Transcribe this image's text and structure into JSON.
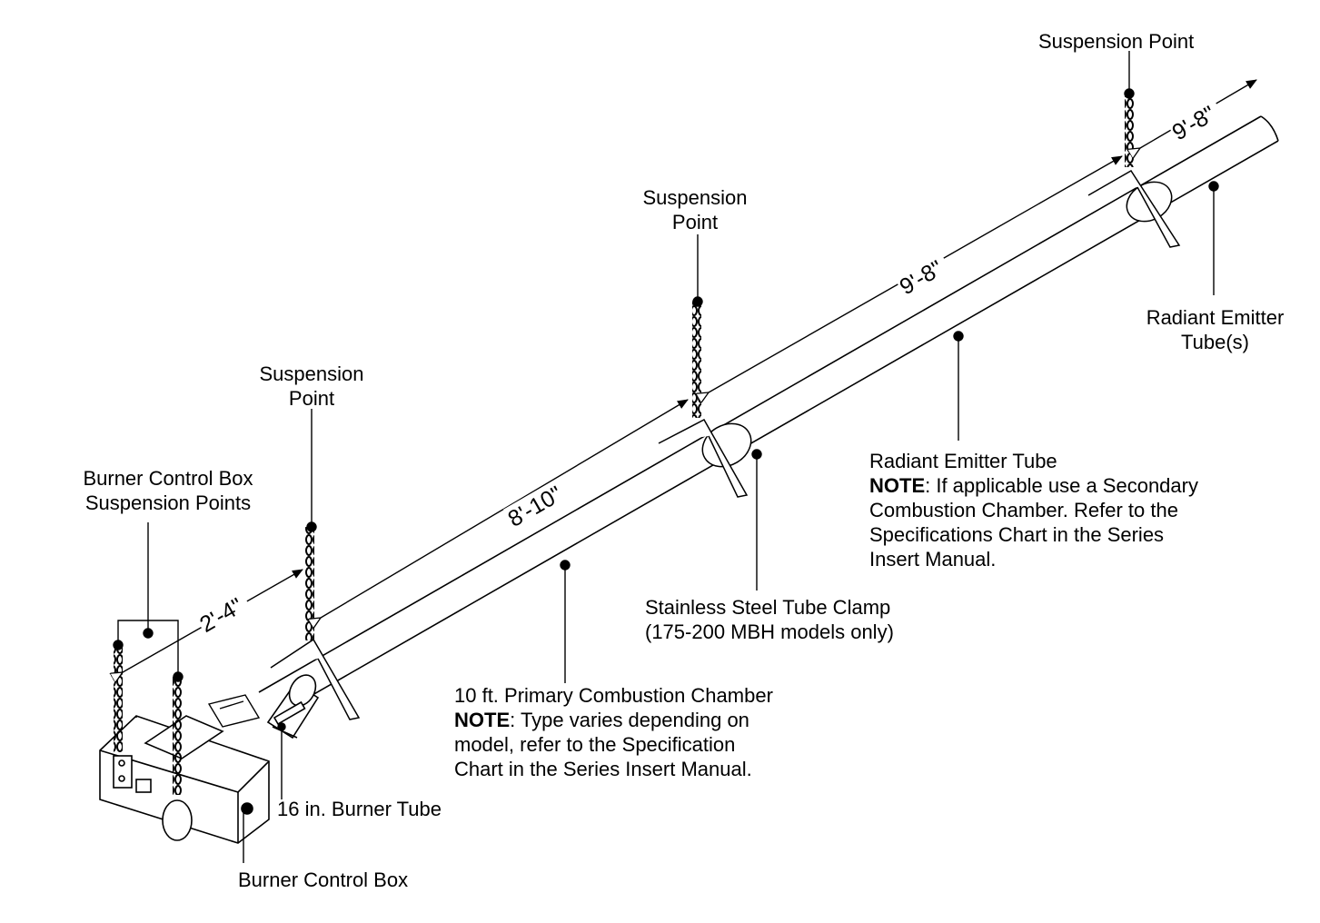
{
  "labels": {
    "suspension_point_top": "Suspension Point",
    "suspension_point_mid": [
      "Suspension",
      "Point"
    ],
    "suspension_point_low": [
      "Suspension",
      "Point"
    ],
    "burner_box_suspension": [
      "Burner Control Box",
      "Suspension Points"
    ],
    "radiant_emitter_tubes": [
      "Radiant Emitter",
      "Tube(s)"
    ],
    "radiant_emitter_tube": {
      "title": "Radiant Emitter Tube",
      "note_label": "NOTE",
      "note_text": ": If applicable use a Secondary",
      "lines": [
        "Combustion Chamber. Refer to the",
        "Specifications Chart in the Series",
        "Insert Manual."
      ]
    },
    "tube_clamp": [
      "Stainless Steel Tube Clamp",
      "(175-200 MBH models only)"
    ],
    "primary_chamber": {
      "title": "10 ft. Primary Combustion Chamber",
      "note_label": "NOTE",
      "note_text": ": Type varies depending on",
      "lines": [
        "model, refer to the Specification",
        "Chart in the Series Insert Manual."
      ]
    },
    "burner_tube": "16 in. Burner Tube",
    "burner_box": "Burner Control Box"
  },
  "dimensions": {
    "d1": "2'-4\"",
    "d2": "8'-10\"",
    "d3": "9'-8\"",
    "d4": "9'-8\""
  },
  "colors": {
    "ink": "#000000",
    "paper": "#ffffff"
  }
}
